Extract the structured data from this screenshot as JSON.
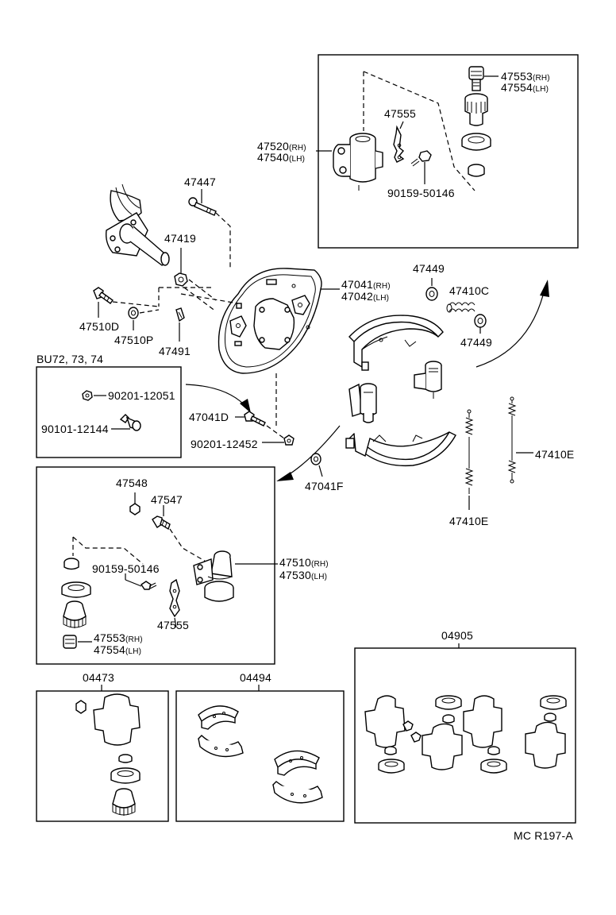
{
  "labels": {
    "p47553_rh": "47553",
    "p47553_rh_suf": "(RH)",
    "p47554_lh": "47554",
    "p47554_lh_suf": "(LH)",
    "p47555_top": "47555",
    "p47520": "47520",
    "p47520_suf": "(RH)",
    "p47540": "47540",
    "p47540_suf": "(LH)",
    "p90159_top": "90159-50146",
    "p47447": "47447",
    "p47419": "47419",
    "p47041": "47041",
    "p47041_suf": "(RH)",
    "p47042": "47042",
    "p47042_suf": "(LH)",
    "p47449_a": "47449",
    "p47410c": "47410C",
    "p47449_b": "47449",
    "p47510d": "47510D",
    "p47510p": "47510P",
    "p47491": "47491",
    "bu_models": "BU72, 73, 74",
    "p90201_12051": "90201-12051",
    "p90101_12144": "90101-12144",
    "p47041d": "47041D",
    "p90201_12452": "90201-12452",
    "p47041f": "47041F",
    "p47410e_a": "47410E",
    "p47410e_b": "47410E",
    "p47548": "47548",
    "p47547": "47547",
    "p47510": "47510",
    "p47510_suf": "(RH)",
    "p47530": "47530",
    "p47530_suf": "(LH)",
    "p90159_mid": "90159-50146",
    "p47555_mid": "47555",
    "p47553_b": "47553",
    "p47553_b_suf": "(RH)",
    "p47554_b": "47554",
    "p47554_b_suf": "(LH)",
    "kit_04905": "04905",
    "kit_04473": "04473",
    "kit_04494": "04494",
    "catalog_code": "MC R197-A"
  },
  "colors": {
    "ink": "#000000",
    "paper": "#ffffff"
  }
}
